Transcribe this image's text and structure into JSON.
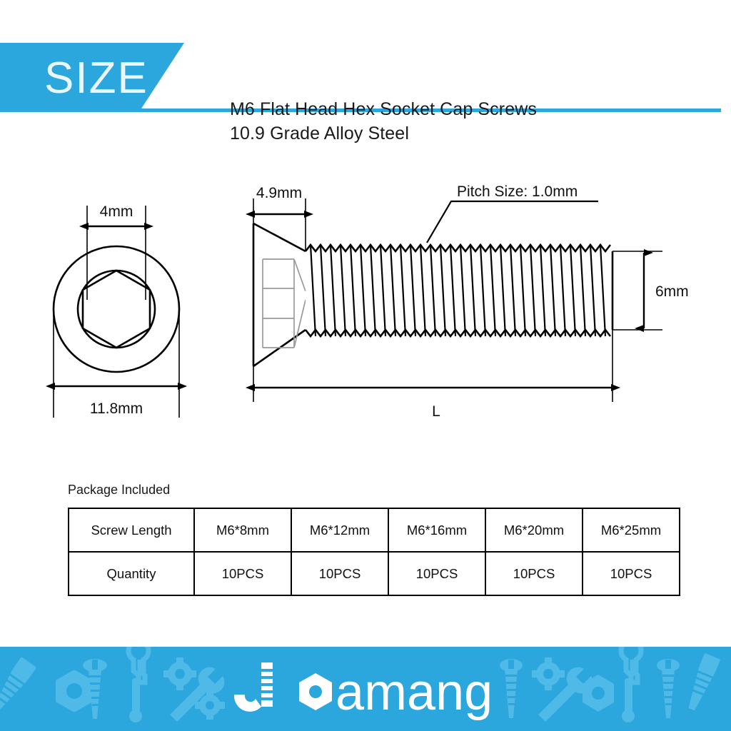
{
  "header": {
    "badge": "SIZE",
    "title_line1": "M6 Flat Head Hex Socket Cap Screws",
    "title_line2": "10.9 Grade Alloy Steel",
    "accent_color": "#2ba7de"
  },
  "diagram": {
    "top_view": {
      "socket_width_label": "4mm",
      "head_diameter_label": "11.8mm"
    },
    "side_view": {
      "head_height_label": "4.9mm",
      "pitch_label": "Pitch Size: 1.0mm",
      "thread_diameter_label": "6mm",
      "length_label": "L"
    }
  },
  "package": {
    "title": "Package Included",
    "rows": [
      {
        "header": "Screw Length",
        "cells": [
          "M6*8mm",
          "M6*12mm",
          "M6*16mm",
          "M6*20mm",
          "M6*25mm"
        ]
      },
      {
        "header": "Quantity",
        "cells": [
          "10PCS",
          "10PCS",
          "10PCS",
          "10PCS",
          "10PCS"
        ]
      }
    ]
  },
  "footer": {
    "brand": "Joamang",
    "background_color": "#2ba7de",
    "pattern_color": "#4fb9e8",
    "logo_color": "#ffffff"
  }
}
